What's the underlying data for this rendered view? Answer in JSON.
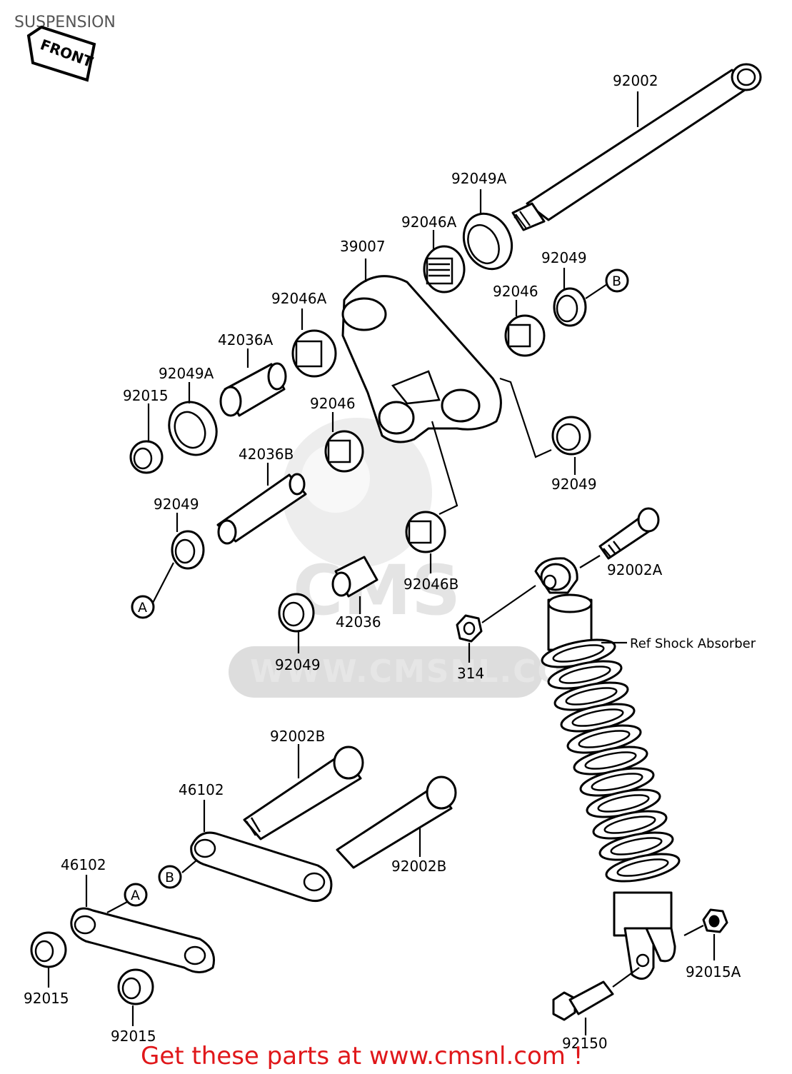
{
  "header": {
    "title": "SUSPENSION"
  },
  "front_tag": "FRONT",
  "watermark": {
    "url": "WWW.CMSNL.COM",
    "logo": "CMS"
  },
  "parts": {
    "p92002": "92002",
    "p92049A_top": "92049A",
    "p92046A_top": "92046A",
    "p39007": "39007",
    "p92049_right": "92049",
    "p92046_right": "92046",
    "p92046A_left": "92046A",
    "p42036A": "42036A",
    "p92049A_left": "92049A",
    "p92015_top": "92015",
    "p92046_mid": "92046",
    "p42036B": "42036B",
    "p92049_lower_right": "92049",
    "p92049_left": "92049",
    "p92046B": "92046B",
    "p92002A": "92002A",
    "p42036": "42036",
    "p92049_bottom": "92049",
    "p314": "314",
    "p92002B_top": "92002B",
    "p46102_upper": "46102",
    "p92002B_lower": "92002B",
    "p46102_lower": "46102",
    "p92015_left": "92015",
    "p92015_bottom": "92015",
    "p92015A": "92015A",
    "p92150": "92150"
  },
  "refs": {
    "ref_a_left": "A",
    "ref_a_bottom": "A",
    "ref_b_right": "B",
    "ref_b_bottom": "B"
  },
  "shock_label": "Ref Shock Absorber",
  "footer": {
    "cta": "Get these parts at www.cmsnl.com !"
  },
  "colors": {
    "footer_text": "#e0171a",
    "ink": "#000000",
    "watermark": "#dcdcdc"
  }
}
